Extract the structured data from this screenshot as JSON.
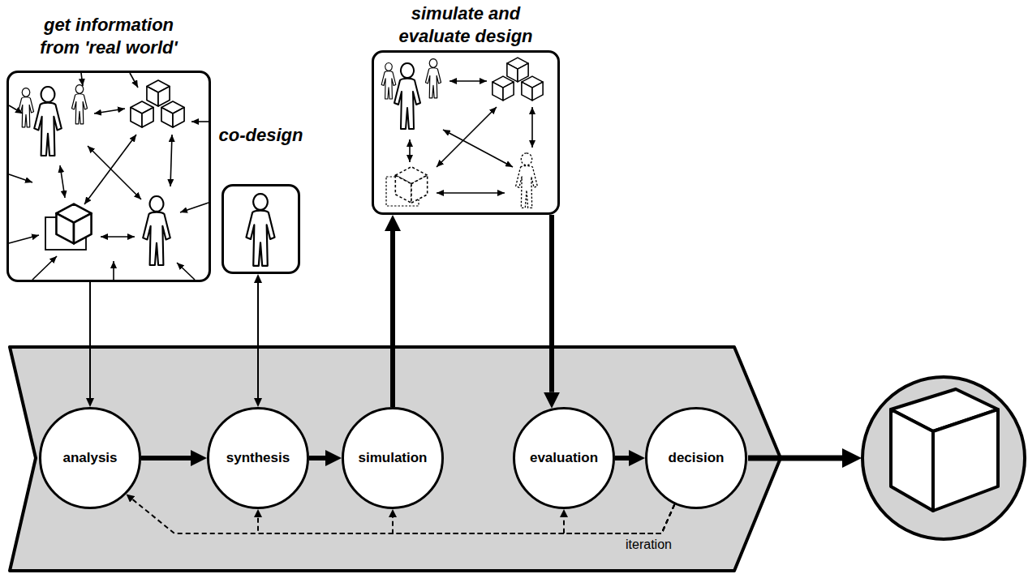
{
  "diagram": {
    "nodes": [
      {
        "text": [
          "get information from 'real world'"
        ]
      },
      {
        "text": [
          "co-design"
        ]
      },
      {
        "text": [
          "simulate and evaluate design"
        ]
      },
      {
        "text": [
          "analysis"
        ]
      },
      {
        "text": [
          "synthesis"
        ]
      },
      {
        "text": [
          "simulation"
        ]
      },
      {
        "text": [
          "evaluation"
        ]
      },
      {
        "text": [
          "decision"
        ]
      }
    ],
    "edges": [
      {
        "from": 0,
        "to": 3,
        "arrow": "to"
      },
      {
        "from": 1,
        "to": 4,
        "arrow": "both"
      },
      {
        "from": 3,
        "to": 4,
        "arrow": "to"
      },
      {
        "from": 4,
        "to": 5,
        "arrow": "to"
      },
      {
        "from": 5,
        "to": 2,
        "arrow": "to"
      },
      {
        "from": 2,
        "to": 6,
        "arrow": "to"
      },
      {
        "from": 6,
        "to": 7,
        "arrow": "to"
      },
      {
        "from": 7,
        "to": 3,
        "label": "iteration",
        "arrow": "to"
      },
      {
        "from": 7,
        "to": 4,
        "arrow": "to"
      },
      {
        "from": 7,
        "to": 5,
        "arrow": "to"
      },
      {
        "from": 7,
        "to": 6,
        "arrow": "to"
      }
    ]
  }
}
